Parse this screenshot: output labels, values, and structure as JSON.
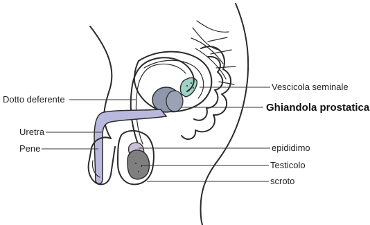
{
  "labels": {
    "vescicola": "Vescicola seminale",
    "prostata": "Ghiandola prostatica",
    "dotto": "Dotto deferente",
    "uretra": "Uretra",
    "pene": "Pene",
    "epididimo": "epididimo",
    "testicolo": "Testicolo",
    "scroto": "scroto"
  },
  "colors": {
    "outline": "#2b2b2b",
    "urethra_fill": "#b9b9dd",
    "prostate_fill": "#8e97ab",
    "seminal_fill": "#9fd3c4",
    "testicle_fill": "#7f7f7f",
    "epididymis_fill": "#cbbfd6"
  }
}
